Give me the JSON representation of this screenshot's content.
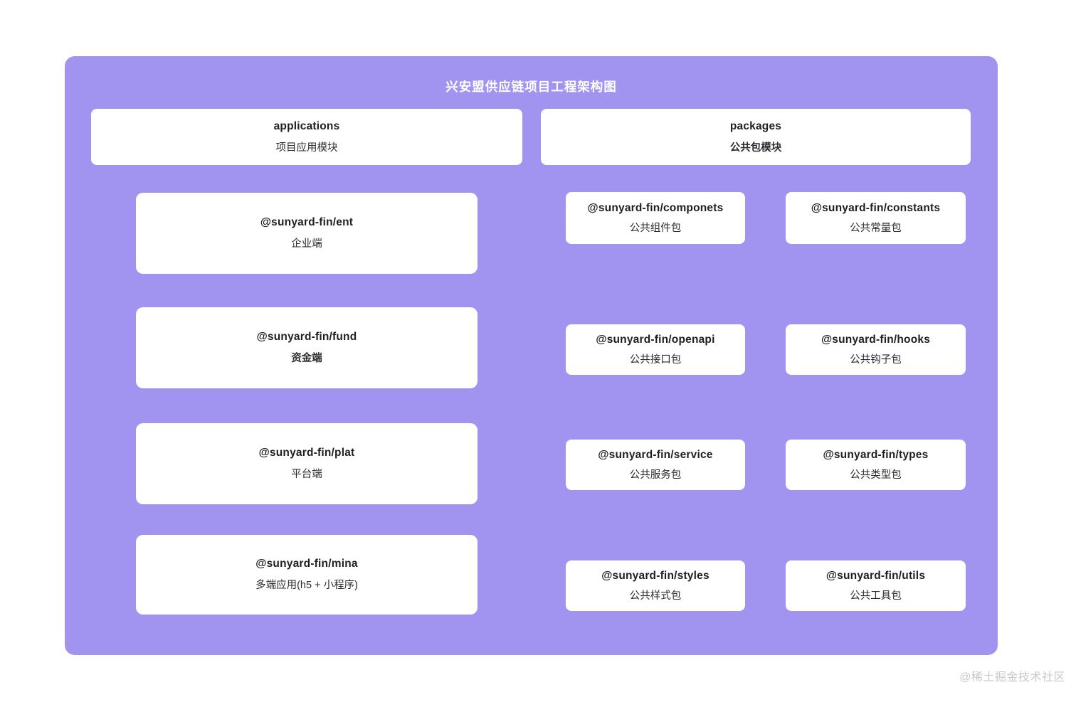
{
  "title": "兴安盟供应链项目工程架构图",
  "watermark": "@稀土掘金技术社区",
  "colors": {
    "panel": "#a094f0",
    "card": "#ffffff",
    "card_title_text": "#1f1f23",
    "card_desc_text": "#2b2b30",
    "title_text": "#ffffff",
    "watermark_text": "#c9c9c9"
  },
  "headers": {
    "applications": {
      "name": "applications",
      "desc": "项目应用模块"
    },
    "packages": {
      "name": "packages",
      "desc": "公共包模块"
    }
  },
  "applications": [
    {
      "name": "@sunyard-fin/ent",
      "desc": "企业端"
    },
    {
      "name": "@sunyard-fin/fund",
      "desc": "资金端"
    },
    {
      "name": "@sunyard-fin/plat",
      "desc": "平台端"
    },
    {
      "name": "@sunyard-fin/mina",
      "desc": "多端应用(h5 + 小程序)"
    }
  ],
  "packages": [
    {
      "name": "@sunyard-fin/componets",
      "desc": "公共组件包"
    },
    {
      "name": "@sunyard-fin/constants",
      "desc": "公共常量包"
    },
    {
      "name": "@sunyard-fin/openapi",
      "desc": "公共接口包"
    },
    {
      "name": "@sunyard-fin/hooks",
      "desc": "公共钩子包"
    },
    {
      "name": "@sunyard-fin/service",
      "desc": "公共服务包"
    },
    {
      "name": "@sunyard-fin/types",
      "desc": "公共类型包"
    },
    {
      "name": "@sunyard-fin/styles",
      "desc": "公共样式包"
    },
    {
      "name": "@sunyard-fin/utils",
      "desc": "公共工具包"
    }
  ]
}
